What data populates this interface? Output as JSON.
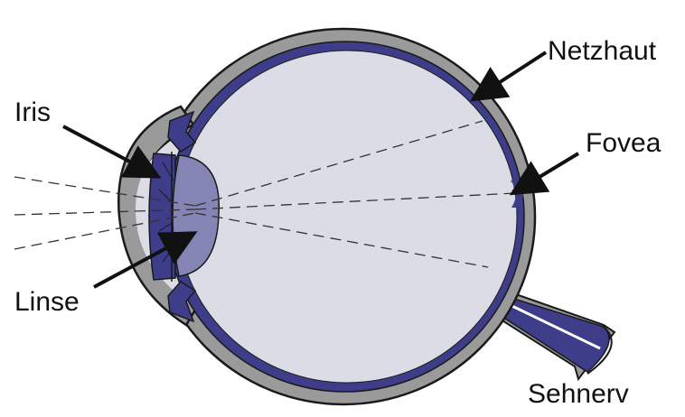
{
  "labels": {
    "netzhaut": "Netzhaut",
    "fovea": "Fovea",
    "iris": "Iris",
    "linse": "Linse",
    "sehnerv": "Sehnerv"
  },
  "colors": {
    "sclera": "#9a9a9a",
    "outline": "#1a1a1a",
    "interior": "#dcdce6",
    "retina": "#3d3d8a",
    "lens": "#8585b5",
    "ray": "#333333",
    "arrow": "#111111"
  }
}
